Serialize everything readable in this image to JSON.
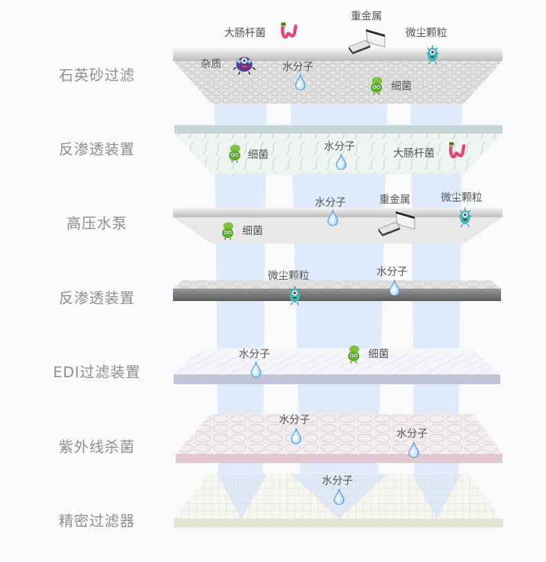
{
  "stages": [
    {
      "label": "石英砂过滤"
    },
    {
      "label": "反渗透装置"
    },
    {
      "label": "高压水泵"
    },
    {
      "label": "反渗透装置"
    },
    {
      "label": "EDI过滤装置"
    },
    {
      "label": "紫外线杀菌"
    },
    {
      "label": "精密过滤器"
    }
  ],
  "particles": {
    "stage1": {
      "ecoli": "大肠杆菌",
      "heavy_metal": "重金属",
      "dust": "微尘颗粒",
      "impurity": "杂质",
      "water": "水分子",
      "bacteria": "细菌"
    },
    "stage2": {
      "bacteria": "细菌",
      "water": "水分子",
      "ecoli": "大肠杆菌"
    },
    "stage3": {
      "water": "水分子",
      "heavy_metal": "重金属",
      "dust": "微尘颗粒",
      "bacteria": "细菌"
    },
    "stage4": {
      "dust": "微尘颗粒",
      "water": "水分子"
    },
    "stage5": {
      "water": "水分子",
      "bacteria": "细菌"
    },
    "stage6": {
      "water_a": "水分子",
      "water_b": "水分子"
    },
    "stage7": {
      "water": "水分子"
    }
  },
  "icons": {
    "water": "water-drop-icon",
    "bacteria": "green-bacteria-icon",
    "ecoli": "pink-worm-icon",
    "dust": "teal-virus-icon",
    "impurity": "purple-germ-icon",
    "heavy_metal": "metal-block-icon"
  },
  "colors": {
    "background": "#f9fafe",
    "label_text": "#8e8e8e",
    "flow": "#cde1f8",
    "layer2_edge": "#c3d7d6",
    "layer5_edge": "#c0c4d6",
    "layer6_edge": "#e0c9d0",
    "layer7_edge": "#e1e6d0"
  }
}
